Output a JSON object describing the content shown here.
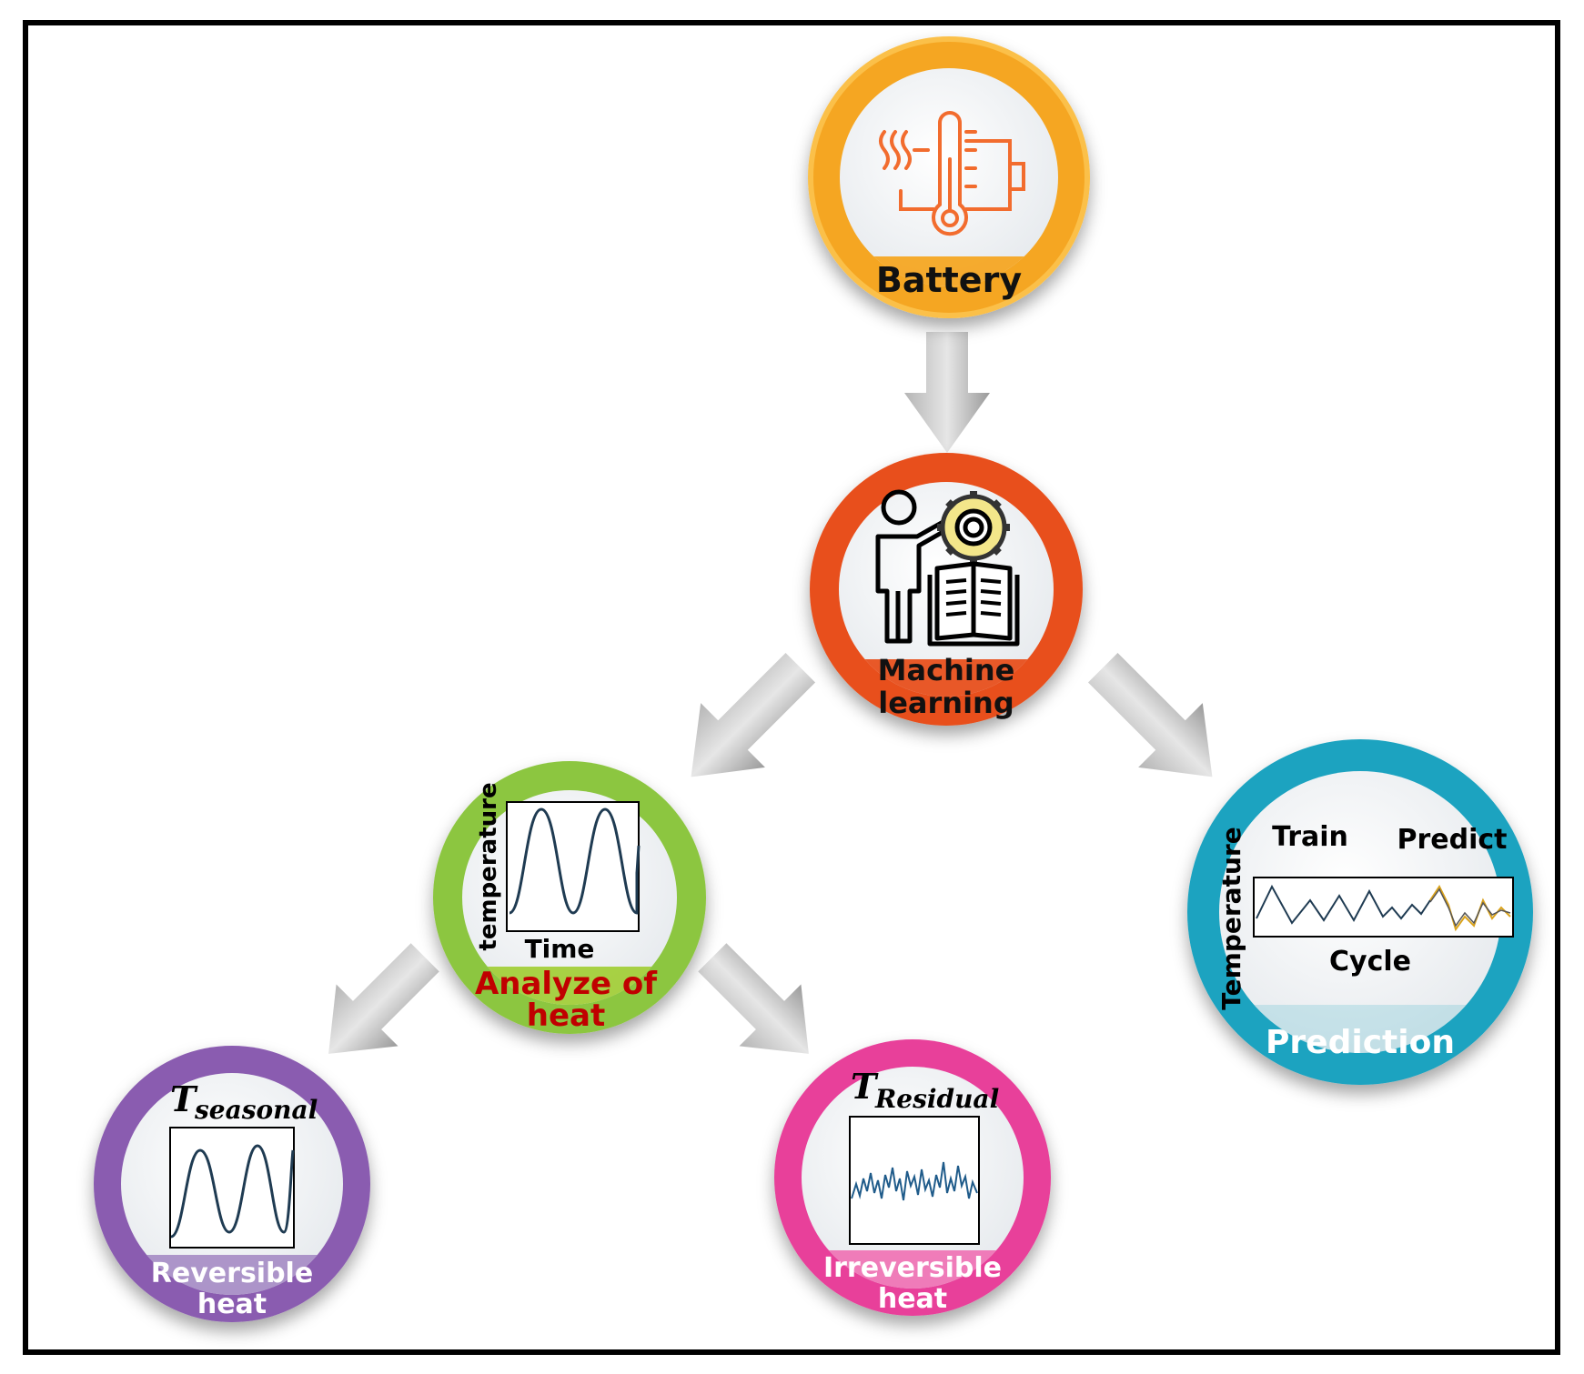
{
  "nodes": {
    "battery": {
      "label": "Battery",
      "color": "#f5a623"
    },
    "ml": {
      "label_line1": "Machine",
      "label_line2": "learning",
      "color": "#e8501c"
    },
    "analyze": {
      "label_line1": "Analyze of",
      "label_line2": "heat",
      "color": "#8cc63f",
      "label_color": "#c00000",
      "ylabel": "temperature",
      "xlabel": "Time"
    },
    "prediction": {
      "label": "Prediction",
      "color": "#1aa3c0",
      "ylabel": "Temperature",
      "xlabel": "Cycle",
      "train": "Train",
      "predict": "Predict"
    },
    "reversible": {
      "label_line1": "Reversible",
      "label_line2": "heat",
      "color": "#8a5bb0",
      "symbol": "T",
      "subscript": "seasonal"
    },
    "irreversible": {
      "label_line1": "Irreversible",
      "label_line2": "heat",
      "color": "#e8409a",
      "symbol": "T",
      "subscript": "Residual"
    }
  },
  "icons": {
    "battery": "battery-thermometer-icon",
    "ml": "person-gear-book-icon"
  }
}
